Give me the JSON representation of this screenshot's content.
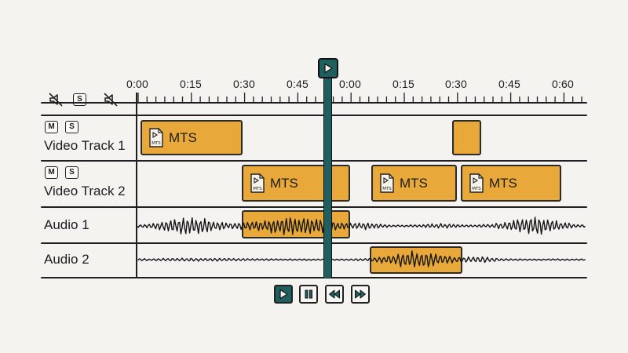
{
  "ruler": {
    "ticks": [
      "0:00",
      "0:15",
      "0:30",
      "0:45",
      "0:00",
      "0:15",
      "0:30",
      "0:45",
      "0:60"
    ]
  },
  "header": {
    "mute_all_icon": "speaker-muted-icon",
    "solo_all_label": "S",
    "mute_all_2_icon": "speaker-muted-icon"
  },
  "tracks": [
    {
      "name": "Video Track 1",
      "mute_label": "M",
      "solo_label": "S"
    },
    {
      "name": "Video Track 2",
      "mute_label": "M",
      "solo_label": "S"
    },
    {
      "name": "Audio 1"
    },
    {
      "name": "Audio 2"
    }
  ],
  "clips": {
    "v1_clip1": "MTS",
    "v2_clip1": "MTS",
    "v2_clip2": "MTS",
    "v2_clip3": "MTS"
  },
  "playhead": {
    "icon": "play-icon",
    "color": "#1f5f5f"
  },
  "transport": {
    "play_icon": "play-icon",
    "pause_icon": "pause-icon",
    "rewind_icon": "rewind-icon",
    "fast_forward_icon": "fast-forward-icon"
  },
  "colors": {
    "clip": "#e8a93a",
    "playhead": "#1f5f5f",
    "background": "#f5f3ef"
  }
}
